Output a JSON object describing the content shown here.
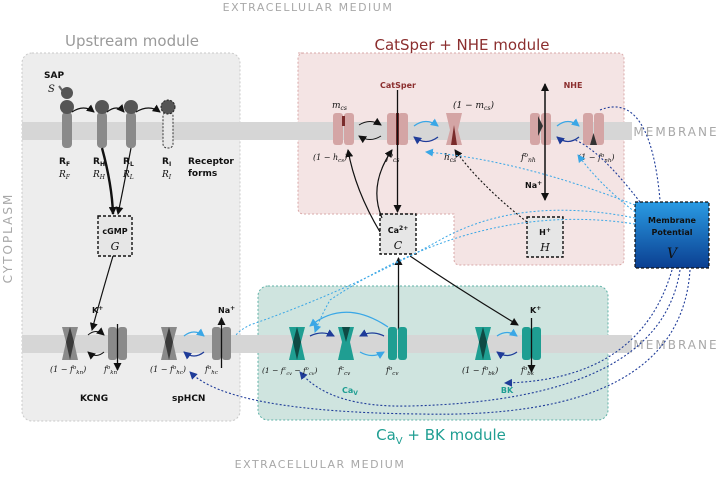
{
  "labels": {
    "extracellular_top": "EXTRACELLULAR MEDIUM",
    "extracellular_bottom": "EXTRACELLULAR MEDIUM",
    "cytoplasm": "CYTOPLASM",
    "membrane_top": "MEMBRANE",
    "membrane_bottom": "MEMBRANE"
  },
  "modules": {
    "upstream": "Upstream module",
    "catsper_nhe": "CatSper + NHE module",
    "cav_bk": "Ca",
    "cav_bk_sub": "V",
    "cav_bk_rest": " + BK module"
  },
  "upstream": {
    "sap": "SAP",
    "sap_sym": "S",
    "receptors": [
      {
        "label": "R",
        "sub": "F",
        "sym": "R",
        "symsub": "F"
      },
      {
        "label": "R",
        "sub": "H",
        "sym": "R",
        "symsub": "H"
      },
      {
        "label": "R",
        "sub": "L",
        "sym": "R",
        "symsub": "L"
      },
      {
        "label": "R",
        "sub": "I",
        "sym": "R",
        "symsub": "I"
      }
    ],
    "receptor_forms": "Receptor",
    "receptor_forms2": "forms",
    "cgmp": "cGMP",
    "cgmp_sym": "G",
    "kcng": "KCNG",
    "kcng_k": "K",
    "kcng_k_sup": "+",
    "kcng_closed": "(1 − f",
    "kcng_closed_sup": "o",
    "kcng_closed_sub": "kn",
    "kcng_open": "f",
    "kcng_open_sup": "o",
    "kcng_open_sub": "kn",
    "sphcn": "spHCN",
    "sphcn_na": "Na",
    "sphcn_na_sup": "+",
    "sphcn_closed": "(1 − f",
    "sphcn_closed_sup": "o",
    "sphcn_closed_sub": "hc",
    "sphcn_open": "f",
    "sphcn_open_sup": "o",
    "sphcn_open_sub": "hc"
  },
  "catsper": {
    "title": "CatSper",
    "m": "m",
    "m_sub": "cs",
    "one_minus_m": "(1 − m",
    "one_minus_m_sub": "cs",
    "one_minus_h": "(1 − h",
    "one_minus_h_sub": "cs",
    "f": "f",
    "f_sup": "o",
    "f_sub": "cs",
    "h": "h",
    "h_sub": "cs"
  },
  "nhe": {
    "title": "NHE",
    "na": "Na",
    "na_sup": "+",
    "f": "f",
    "f_sup": "o",
    "f_sub": "nh",
    "closed": "(1 − f",
    "closed_sup": "o",
    "closed_sub": "nh"
  },
  "calcium": {
    "label": "Ca",
    "label_sup": "2+",
    "sym": "C"
  },
  "proton": {
    "label": "H",
    "label_sup": "+",
    "sym": "H"
  },
  "membrane_potential": {
    "line1": "Membrane",
    "line2": "Potential",
    "sym": "V"
  },
  "cav": {
    "label": "Ca",
    "label_sub": "V",
    "closed": "(1 − f",
    "closed_sup1": "c",
    "closed_sub1": "cv",
    "closed_mid": " − f",
    "closed_sup2": "o",
    "closed_sub2": "cv",
    "inact": "f",
    "inact_sup": "c",
    "inact_sub": "cv",
    "open": "f",
    "open_sup": "o",
    "open_sub": "cv"
  },
  "bk": {
    "label": "BK",
    "k": "K",
    "k_sup": "+",
    "closed": "(1 − f",
    "closed_sup": "o",
    "closed_sub": "bk",
    "open": "f",
    "open_sup": "o",
    "open_sub": "bk"
  },
  "colors": {
    "membrane": "#d6d6d6",
    "upstream_bg": "#ededed",
    "catsper_bg": "#f4e4e4",
    "cav_bg": "#cfe4df",
    "upstream_channel": "#8a8a8a",
    "catsper_channel": "#d4a5a5",
    "cav_channel": "#1f9e92",
    "catsper_title": "#8b2e2e",
    "cav_title": "#1f9e92",
    "light_blue": "#3aa7e6",
    "dark_blue": "#1f3c99"
  }
}
